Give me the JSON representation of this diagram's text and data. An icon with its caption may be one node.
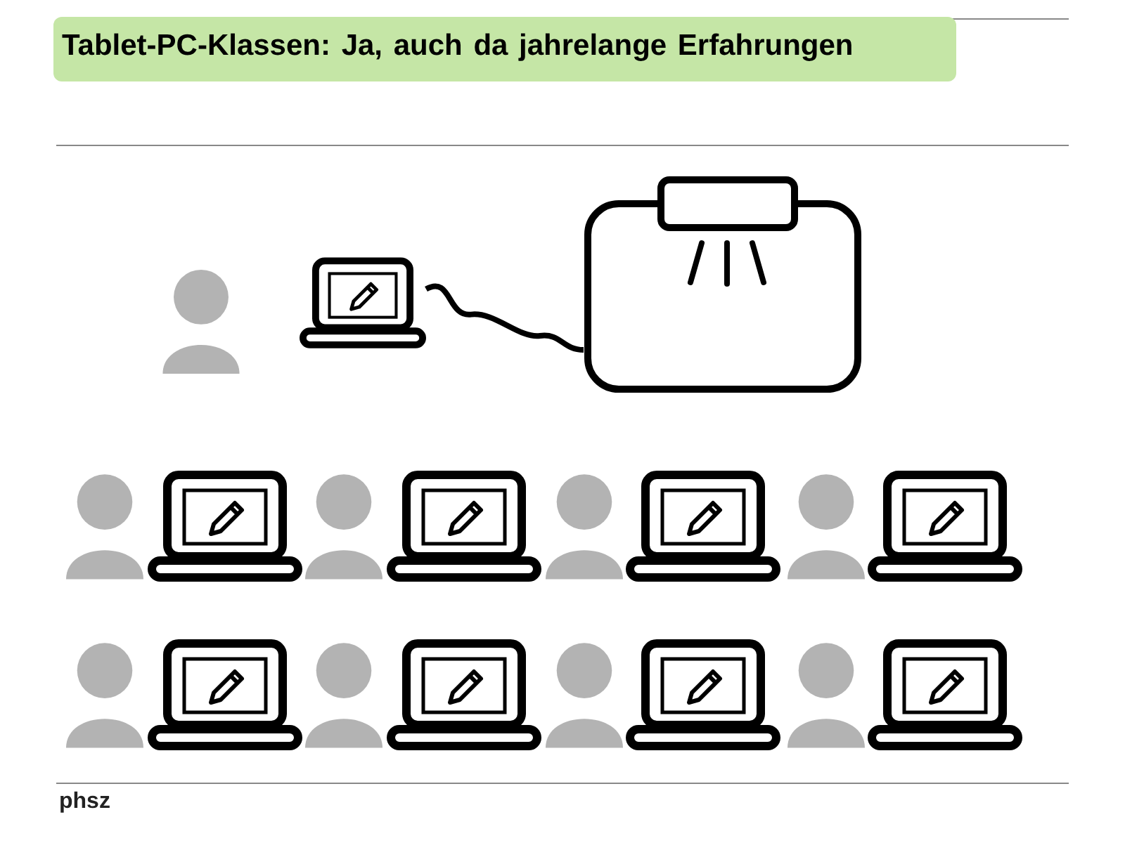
{
  "diagram": {
    "title": "Tablet-PC-Klassen: Ja, auch da jahrelange Erfahrungen",
    "nodes": [
      {
        "text": [],
        "shape": "person"
      },
      {
        "text": [],
        "shape": "laptop"
      },
      {
        "text": [],
        "shape": "screen"
      },
      {
        "text": [],
        "shape": "person"
      },
      {
        "text": [],
        "shape": "laptop"
      },
      {
        "text": [],
        "shape": "person"
      },
      {
        "text": [],
        "shape": "laptop"
      },
      {
        "text": [],
        "shape": "person"
      },
      {
        "text": [],
        "shape": "laptop"
      },
      {
        "text": [],
        "shape": "person"
      },
      {
        "text": [],
        "shape": "laptop"
      },
      {
        "text": [],
        "shape": "person"
      },
      {
        "text": [],
        "shape": "laptop"
      },
      {
        "text": [],
        "shape": "person"
      },
      {
        "text": [],
        "shape": "laptop"
      },
      {
        "text": [],
        "shape": "person"
      },
      {
        "text": [],
        "shape": "laptop"
      },
      {
        "text": [],
        "shape": "person"
      },
      {
        "text": [],
        "shape": "laptop"
      }
    ],
    "edges": [
      {
        "from": 1,
        "to": 2,
        "arrow": "none"
      }
    ],
    "labels": [
      "phsz"
    ]
  }
}
